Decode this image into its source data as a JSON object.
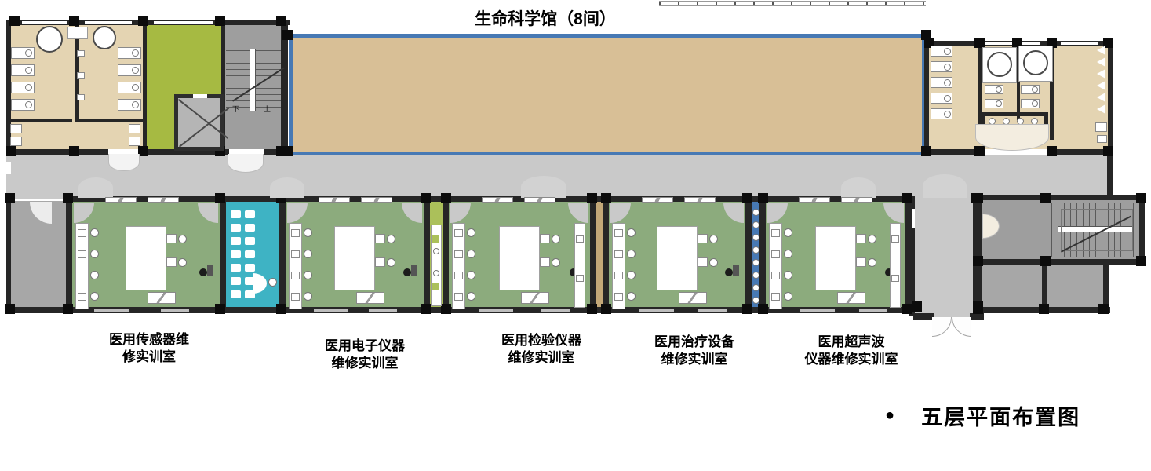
{
  "title": "生命科学馆（8间）",
  "legend": {
    "bullet": "●",
    "text": "五层平面布置图"
  },
  "stairs": {
    "down_label": "下",
    "up_label": "上"
  },
  "room_labels": [
    {
      "line1": "医用传感器维",
      "line2": "修实训室"
    },
    {
      "line1": "医用电子仪器",
      "line2": "维修实训室"
    },
    {
      "line1": "医用检验仪器",
      "line2": "维修实训室"
    },
    {
      "line1": "医用治疗设备",
      "line2": "维修实训室"
    },
    {
      "line1": "医用超声波",
      "line2": "仪器维修实训室"
    }
  ],
  "colors": {
    "wall_dark": "#262626",
    "corridor_gray": "#c9c9c9",
    "classroom_green": "#8cab7d",
    "hall_fill": "#d8bf96",
    "hall_border": "#4779b4",
    "toilet_fill": "#e4d4b2",
    "utility_green": "#a6ba42",
    "room_gray": "#a7a7a7",
    "divider_teal": "#3eb3c4",
    "divider_olive": "#abc05a",
    "divider_tan": "#c3a878",
    "divider_blue": "#4779b4"
  }
}
